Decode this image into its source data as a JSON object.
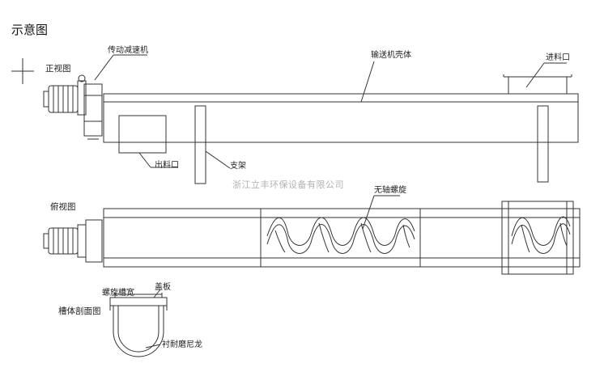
{
  "title": "示意图",
  "views": {
    "front": "正视图",
    "top": "俯视图",
    "section": "槽体剖面图"
  },
  "callouts": {
    "drive": "传动减速机",
    "casing": "输送机壳体",
    "inlet": "进料口",
    "outlet": "出料口",
    "support": "支架",
    "spiral": "无轴螺旋",
    "groove_width": "螺旋槽宽",
    "cover": "盖板",
    "liner": "衬耐磨尼龙"
  },
  "watermark": "浙江立丰环保设备有限公司",
  "colors": {
    "line": "#333333",
    "watermark": "#b3b3b3"
  }
}
